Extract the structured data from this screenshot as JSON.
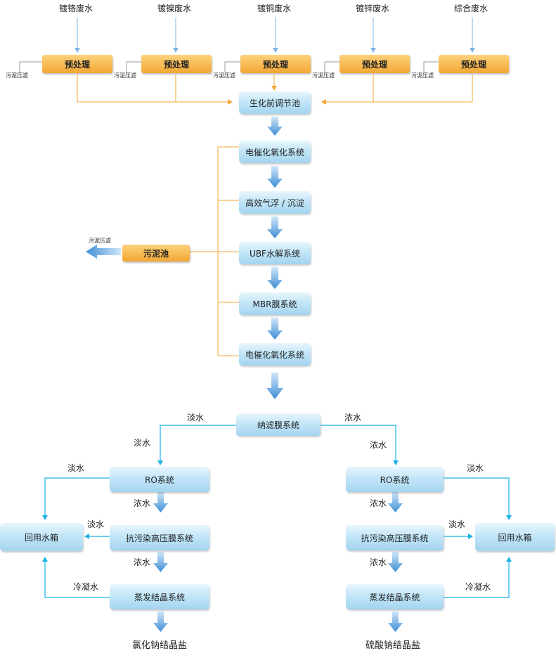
{
  "sources": [
    "镀铬废水",
    "镀镍废水",
    "镀铜废水",
    "镀锌废水",
    "综合废水"
  ],
  "pretreatment": "预处理",
  "sludge_filter": "污泥压滤",
  "mainline": [
    "生化前调节池",
    "电催化氧化系统",
    "高效气浮 / 沉淀",
    "UBF水解系统",
    "MBR膜系统",
    "电催化氧化系统"
  ],
  "sludge_pool": "污泥池",
  "nanofiltration": "纳滤膜系统",
  "flow_labels": {
    "fresh_water": "淡水",
    "concentrate": "浓水",
    "condensate": "冷凝水"
  },
  "branch_left": {
    "ro": "RO系统",
    "anti_fouling": "抗污染高压膜系统",
    "evaporation": "蒸发结晶系统",
    "reuse_tank": "回用水箱",
    "product": "氯化钠结晶盐"
  },
  "branch_right": {
    "ro": "RO系统",
    "anti_fouling": "抗污染高压膜系统",
    "evaporation": "蒸发结晶系统",
    "reuse_tank": "回用水箱",
    "product": "硫酸钠结晶盐"
  },
  "colors": {
    "orange_line": "#f3a733",
    "blue_line": "#1cb2e8",
    "arrow_blue": "#3f8ed6"
  }
}
